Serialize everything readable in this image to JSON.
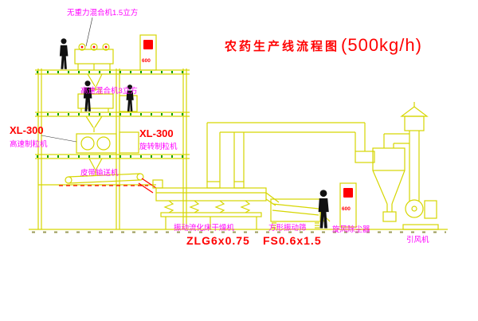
{
  "title": {
    "text": "农药生产线流程图",
    "capacity": "(500kg/h)"
  },
  "labels": {
    "top_mixer": "无重力混合机1.5立方",
    "highspeed_mixer": "高速混合机3立方",
    "xl300_left": "XL-300",
    "granulator_left": "高速制粒机",
    "xl300_right": "XL-300",
    "granulator_right": "旋转制粒机",
    "conveyor": "皮带输送机",
    "dryer": "振动流化床干燥机",
    "dryer_model": "ZLG6x0.75",
    "sieve": "方形振动筛",
    "sieve_model": "FS0.6x1.5",
    "cyclone": "旋风除尘器",
    "fan": "引风机",
    "cabinet_label_1": "600",
    "cabinet_label_2": "600"
  },
  "colors": {
    "line_yellow": "#d6d600",
    "accent_red": "#ff0000",
    "label_magenta": "#ff00ff",
    "hatch_green": "#00a000"
  }
}
